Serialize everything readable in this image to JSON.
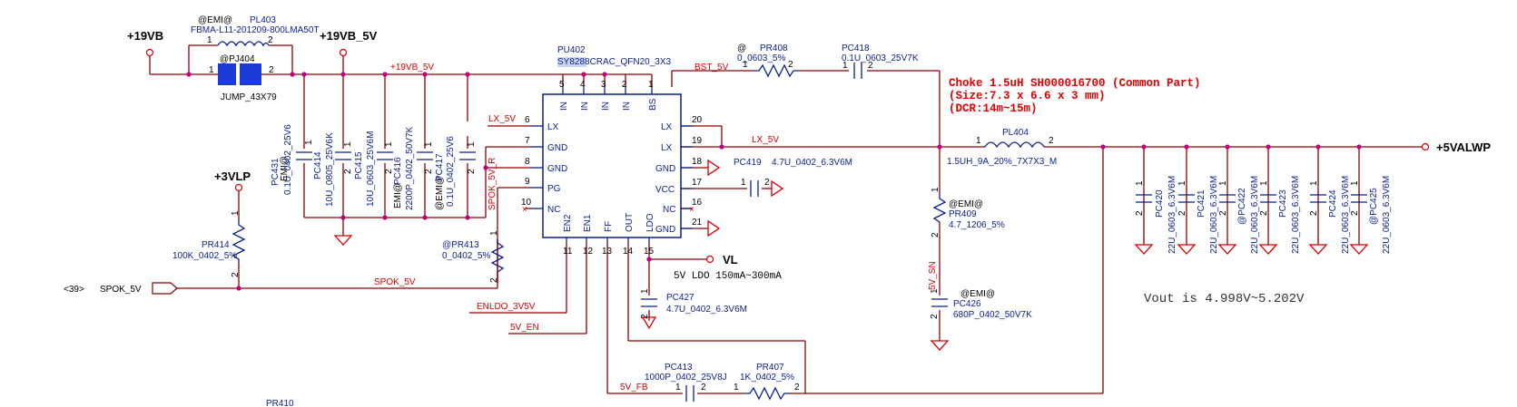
{
  "rails": {
    "vin": "+19VB",
    "vin_5v": "+19VB_5V",
    "vcc3": "+3VLP",
    "vout": "+5VALWP",
    "vl": "VL"
  },
  "nets": {
    "n19": "+19VB_5V",
    "bst": "BST_5V",
    "lx1": "LX_5V",
    "lx2": "LX_5V",
    "spokr": "SPOK_5V_R",
    "spok": "SPOK_5V",
    "enldo": "ENLDO_3V5V",
    "en": "5V_EN",
    "fb": "5V_FB",
    "sn": "5V_SN",
    "spok_port": "SPOK_5V",
    "port_ref": "<39>"
  },
  "ic": {
    "ref": "PU402",
    "part": "SY8288CRAC_QFN20_3X3",
    "part_highlight": "SY8288",
    "pins_left": [
      {
        "num": "6",
        "name": "LX"
      },
      {
        "num": "7",
        "name": "GND"
      },
      {
        "num": "8",
        "name": "GND"
      },
      {
        "num": "9",
        "name": "PG"
      },
      {
        "num": "10",
        "name": "NC"
      }
    ],
    "pins_right": [
      {
        "num": "20",
        "name": "LX"
      },
      {
        "num": "19",
        "name": "LX"
      },
      {
        "num": "18",
        "name": "GND"
      },
      {
        "num": "17",
        "name": "VCC"
      },
      {
        "num": "16",
        "name": "NC"
      },
      {
        "num": "21",
        "name": "GND"
      }
    ],
    "pins_top": [
      {
        "num": "5",
        "name": "IN"
      },
      {
        "num": "4",
        "name": "IN"
      },
      {
        "num": "3",
        "name": "IN"
      },
      {
        "num": "2",
        "name": "IN"
      },
      {
        "num": "1",
        "name": "BS"
      }
    ],
    "pins_bottom": [
      {
        "num": "11",
        "name": "EN2"
      },
      {
        "num": "12",
        "name": "EN1"
      },
      {
        "num": "13",
        "name": "FF"
      },
      {
        "num": "14",
        "name": "OUT"
      },
      {
        "num": "15",
        "name": "LDO"
      }
    ]
  },
  "components": {
    "pl403": {
      "prefix": "@EMI@",
      "ref": "PL403",
      "value": "FBMA-L11-201209-800LMA50T",
      "p1": "1",
      "p2": "2"
    },
    "pj404": {
      "ref": "@PJ404",
      "value": "JUMP_43X79",
      "p1": "1",
      "p2": "2"
    },
    "pc431": {
      "prefix": "EMI@",
      "ref": "PC431",
      "value": "0.1U_0402_25V6",
      "p1": "1",
      "p2": "2"
    },
    "pc414": {
      "ref": "PC414",
      "value": "10U_0805_25V6K",
      "p1": "1",
      "p2": "2"
    },
    "pc415": {
      "ref": "PC415",
      "value": "10U_0603_25V6M",
      "p1": "1",
      "p2": "2"
    },
    "pc416": {
      "prefix": "EMI@",
      "ref": "PC416",
      "value": "2200P_0402_50V7K",
      "p1": "1",
      "p2": "2"
    },
    "pc417": {
      "prefix": "@EMI@",
      "ref": "PC417",
      "value": "0.1U_0402_25V6",
      "p1": "1",
      "p2": "2"
    },
    "pr414": {
      "ref": "PR414",
      "value": "100K_0402_5%",
      "p1": "1",
      "p2": "2"
    },
    "pr413": {
      "ref": "@PR413",
      "value": "0_0402_5%",
      "p1": "1",
      "p2": "2"
    },
    "pr408": {
      "prefix": "@",
      "ref": "PR408",
      "value": "0_0603_5%",
      "p1": "1",
      "p2": "2"
    },
    "pc418": {
      "ref": "PC418",
      "value": "0.1U_0603_25V7K",
      "p1": "1",
      "p2": "2"
    },
    "pl404": {
      "ref": "PL404",
      "value": "1.5UH_9A_20%_7X7X3_M",
      "p1": "1",
      "p2": "2"
    },
    "pc419": {
      "ref": "PC419",
      "value": "4.7U_0402_6.3V6M",
      "p1": "1",
      "p2": "2"
    },
    "pr409": {
      "prefix": "@EMI@",
      "ref": "PR409",
      "value": "4.7_1206_5%",
      "p1": "1",
      "p2": "2"
    },
    "pc426": {
      "prefix": "@EMI@",
      "ref": "PC426",
      "value": "680P_0402_50V7K",
      "p1": "1",
      "p2": "2"
    },
    "pc427": {
      "ref": "PC427",
      "value": "4.7U_0402_6.3V6M",
      "p1": "1",
      "p2": "2"
    },
    "pc413": {
      "ref": "PC413",
      "value": "1000P_0402_25V8J",
      "p1": "1",
      "p2": "2"
    },
    "pr407": {
      "ref": "PR407",
      "value": "1K_0402_5%",
      "p1": "1",
      "p2": "2"
    },
    "pr410": {
      "ref": "PR410"
    },
    "pc420": {
      "ref": "PC420",
      "value": "22U_0603_6.3V6M",
      "p1": "1",
      "p2": "2"
    },
    "pc421": {
      "ref": "PC421",
      "value": "22U_0603_6.3V6M",
      "p1": "1",
      "p2": "2"
    },
    "pc422": {
      "ref": "@PC422",
      "value": "22U_0603_6.3V6M",
      "p1": "1",
      "p2": "2"
    },
    "pc423": {
      "ref": "PC423",
      "value": "22U_0603_6.3V6M",
      "p1": "1",
      "p2": "2"
    },
    "pc424": {
      "ref": "PC424",
      "value": "22U_0603_6.3V6M",
      "p1": "1",
      "p2": "2"
    },
    "pc425": {
      "ref": "@PC425",
      "value": "22U_0603_6.3V6M",
      "p1": "1",
      "p2": "2"
    }
  },
  "notes": {
    "choke1": "Choke 1.5uH SH000016700 (Common Part)",
    "choke2": "(Size:7.3 x 6.6 x 3 mm)",
    "choke3": "(DCR:14m~15m)",
    "ldo": "5V LDO 150mA~300mA",
    "vout_range": "Vout is 4.998V~5.202V"
  },
  "colors": {
    "wire": "#8b0000",
    "component": "#0a1f8f",
    "label": "#0a1f8f",
    "net_label": "#d40000",
    "junction": "#c0007a",
    "note": "#e00000"
  }
}
